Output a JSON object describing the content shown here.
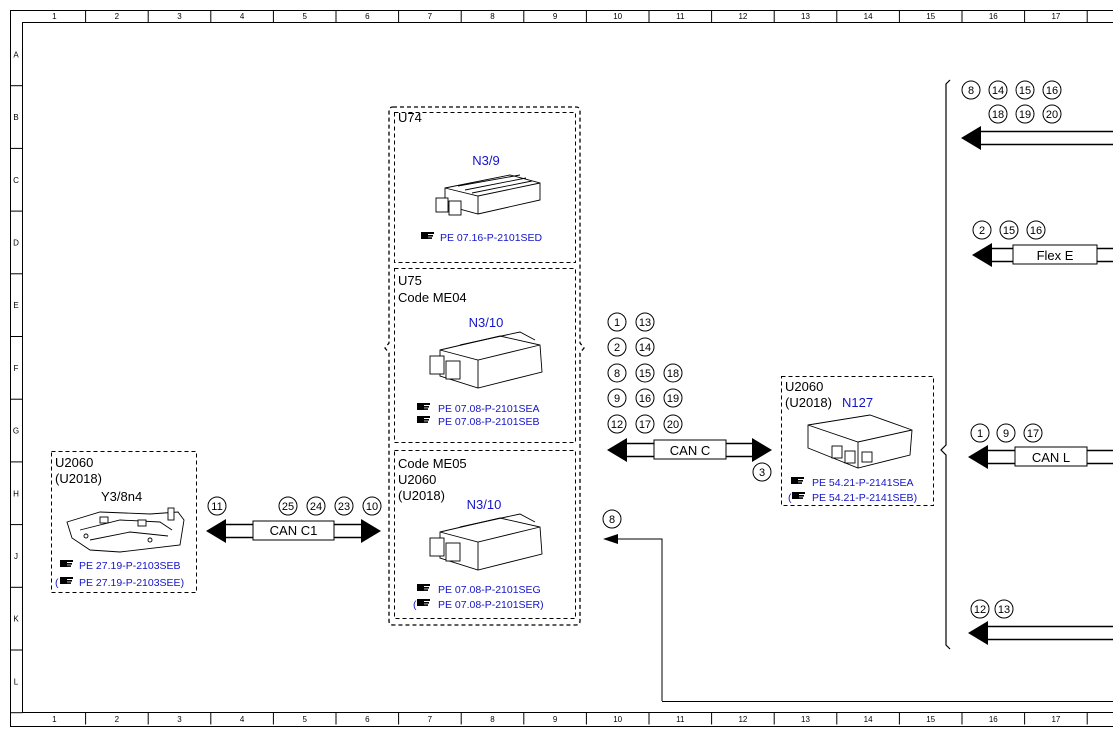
{
  "border": {
    "columns": [
      "1",
      "2",
      "3",
      "4",
      "5",
      "6",
      "7",
      "8",
      "9",
      "10",
      "11",
      "12",
      "13",
      "14",
      "15",
      "16",
      "17"
    ],
    "rows": [
      "A",
      "B",
      "C",
      "D",
      "E",
      "F",
      "G",
      "H",
      "J",
      "K",
      "L"
    ]
  },
  "components": {
    "y3": {
      "lines": [
        "U2060",
        "(U2018)"
      ],
      "title": "Y3/8n4",
      "refs": [
        "PE 27.19-P-2103SEB",
        "PE 27.19-P-2103SEE)"
      ]
    },
    "u74": {
      "lines": [
        "U74"
      ],
      "title": "N3/9",
      "refs": [
        "PE 07.16-P-2101SED"
      ]
    },
    "u75": {
      "lines": [
        "U75",
        "Code ME04"
      ],
      "title": "N3/10",
      "refs": [
        "PE 07.08-P-2101SEA",
        "PE 07.08-P-2101SEB"
      ]
    },
    "me05": {
      "lines": [
        "Code ME05",
        "U2060",
        "(U2018)"
      ],
      "title": "N3/10",
      "refs": [
        "PE 07.08-P-2101SEG",
        "PE 07.08-P-2101SER)"
      ]
    },
    "n127": {
      "lines": [
        "U2060",
        "(U2018)"
      ],
      "title": "N127",
      "refs": [
        "PE 54.21-P-2141SEA",
        "PE 54.21-P-2141SEB)"
      ]
    }
  },
  "buses": {
    "can_c1": {
      "label": "CAN C1",
      "left_nums": [
        "11"
      ],
      "top_nums": [
        "25",
        "24",
        "23",
        "10"
      ]
    },
    "can_c": {
      "label": "CAN C",
      "nums": [
        "1",
        "13",
        "2",
        "14",
        "8",
        "15",
        "18",
        "9",
        "16",
        "19",
        "12",
        "17",
        "20"
      ],
      "below_num": "3"
    },
    "flex_e": {
      "label": "Flex E",
      "nums": [
        "2",
        "15",
        "16"
      ]
    },
    "can_l": {
      "label": "CAN L",
      "nums": [
        "1",
        "9",
        "17"
      ]
    },
    "out_top": {
      "nums": [
        "8",
        "14",
        "15",
        "16",
        "18",
        "19",
        "20"
      ]
    },
    "out_bottom": {
      "nums": [
        "12",
        "13"
      ]
    },
    "feed_8": {
      "num": "8"
    }
  },
  "colors": {
    "line": "#000000",
    "label_blue": "#1414c8",
    "bus_fill": "#ffffff"
  },
  "icons": {
    "reference": "pointing-hand-icon",
    "module": "control-module-icon"
  }
}
